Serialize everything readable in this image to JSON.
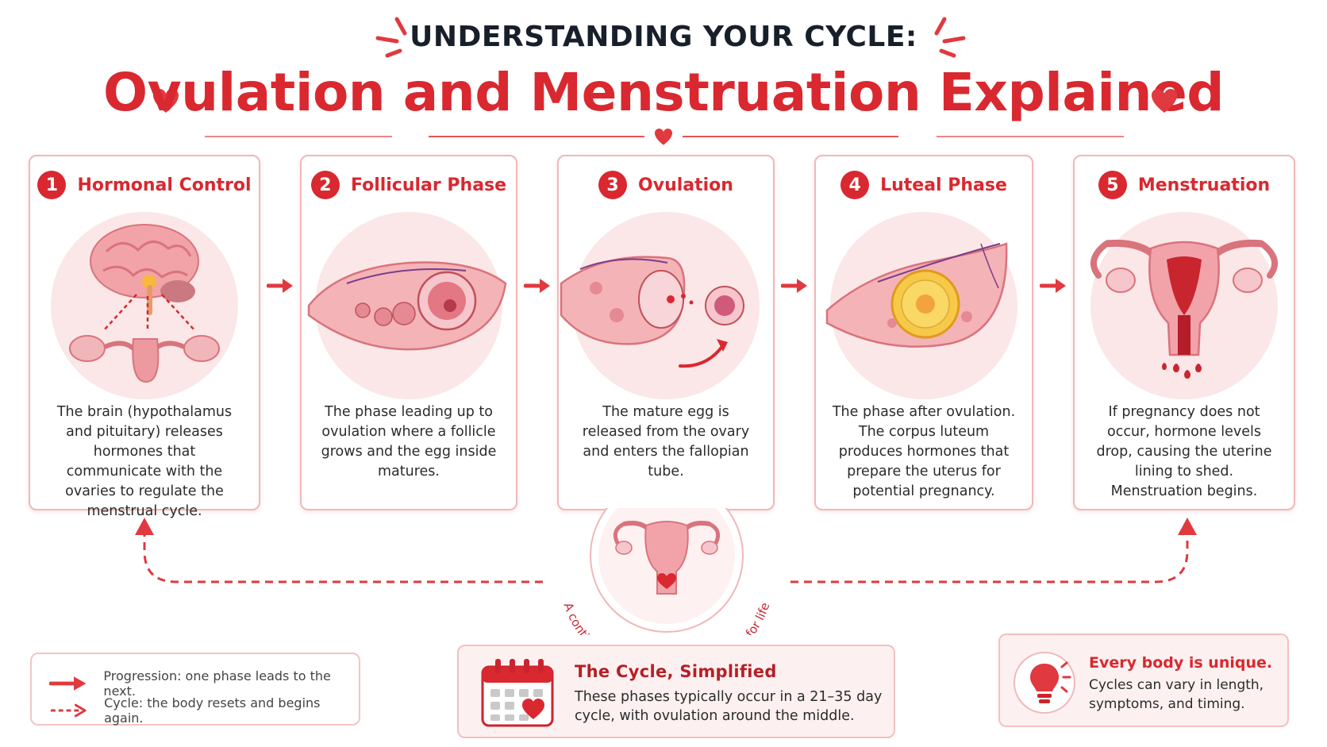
{
  "header": {
    "supertitle": "UNDERSTANDING YOUR CYCLE:",
    "title": "Ovulation and Menstruation Explained"
  },
  "phases": [
    {
      "number": "1",
      "title": "Hormonal Control",
      "description": "The brain (hypothalamus and pituitary) releases hormones that communicate with the ovaries to regulate the menstrual cycle."
    },
    {
      "number": "2",
      "title": "Follicular Phase",
      "description": "The phase leading up to ovulation where a follicle grows and the egg inside matures."
    },
    {
      "number": "3",
      "title": "Ovulation",
      "description": "The mature egg is released from the ovary and enters the fallopian tube."
    },
    {
      "number": "4",
      "title": "Luteal Phase",
      "description": "The phase after ovulation. The corpus luteum produces hormones that prepare the uterus for potential pregnancy."
    },
    {
      "number": "5",
      "title": "Menstruation",
      "description": "If pregnancy does not occur, hormone levels drop, causing the uterine lining to shed. Menstruation begins."
    }
  ],
  "cycle": {
    "caption": "A continuous cycle preparing the body for life"
  },
  "legend": {
    "progression": "Progression: one phase leads to the next.",
    "cycle": "Cycle: the body resets and begins again."
  },
  "simplified": {
    "title": "The Cycle, Simplified",
    "text": "These phases typically occur in a 21–35 day cycle, with ovulation around the middle."
  },
  "unique": {
    "title": "Every body is unique.",
    "text": "Cycles can vary in length, symptoms, and timing."
  },
  "colors": {
    "accent": "#d9282f",
    "dark_text": "#17202a",
    "soft_pink": "#fbe7e7",
    "card_border": "#f0b8b8"
  }
}
